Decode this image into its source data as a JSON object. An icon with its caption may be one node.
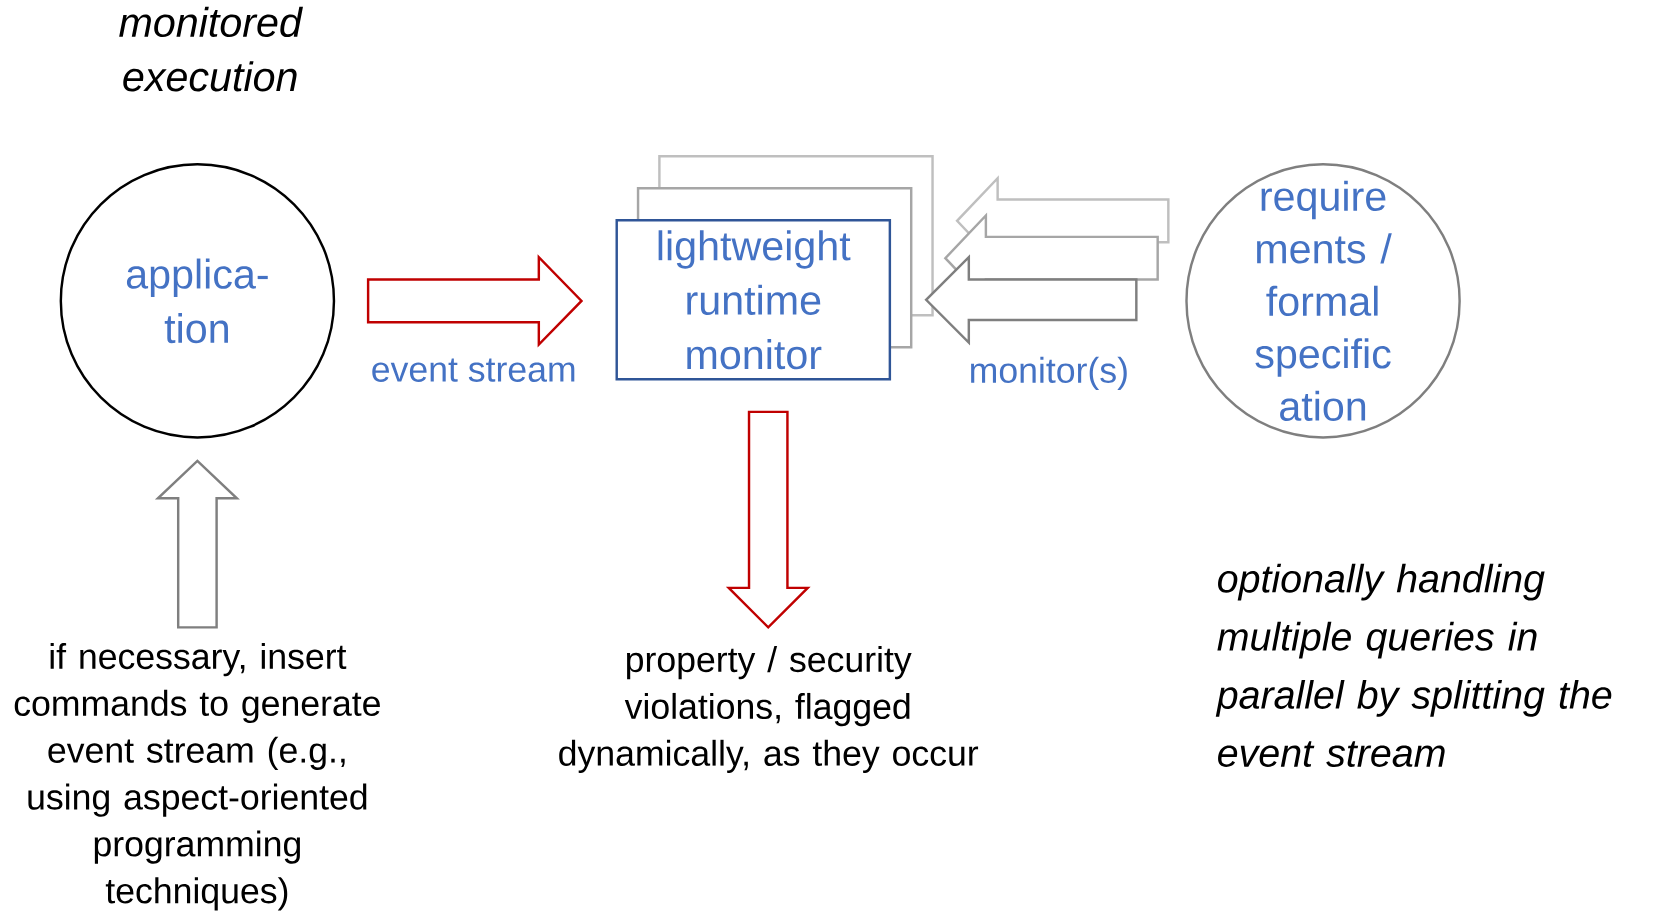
{
  "diagram": {
    "nodes": [
      {
        "text": [
          "applica- tion"
        ]
      },
      {
        "text": [
          "lightweight runtime monitor"
        ]
      },
      {
        "text": [
          "require ments / formal specific ation"
        ]
      },
      {
        "text": [
          "if necessary, insert commands to generate event stream (e.g., using aspect-oriented programming techniques)"
        ]
      },
      {
        "text": [
          "property / security violations, flagged dynamically, as they occur"
        ]
      },
      {
        "text": [],
        "shape": "box"
      },
      {
        "text": [],
        "shape": "box"
      }
    ],
    "edges": [
      {
        "from": 0,
        "to": 1,
        "arrow": "to",
        "label": "event stream",
        "color": "#c00000"
      },
      {
        "from": 2,
        "to": 1,
        "arrow": "to",
        "label": "monitor(s)",
        "color": "#7f7f7f"
      },
      {
        "from": 1,
        "to": 4,
        "arrow": "to",
        "color": "#c00000"
      },
      {
        "from": 3,
        "to": 0,
        "arrow": "to",
        "color": "#7f7f7f"
      },
      {
        "from": 2,
        "to": 5,
        "arrow": "to",
        "color": "#bfbfbf"
      },
      {
        "from": 2,
        "to": 6,
        "arrow": "to",
        "color": "#a6a6a6"
      }
    ],
    "labels": [
      "monitored execution",
      "optionally handling multiple queries in parallel by splitting the event stream"
    ]
  }
}
